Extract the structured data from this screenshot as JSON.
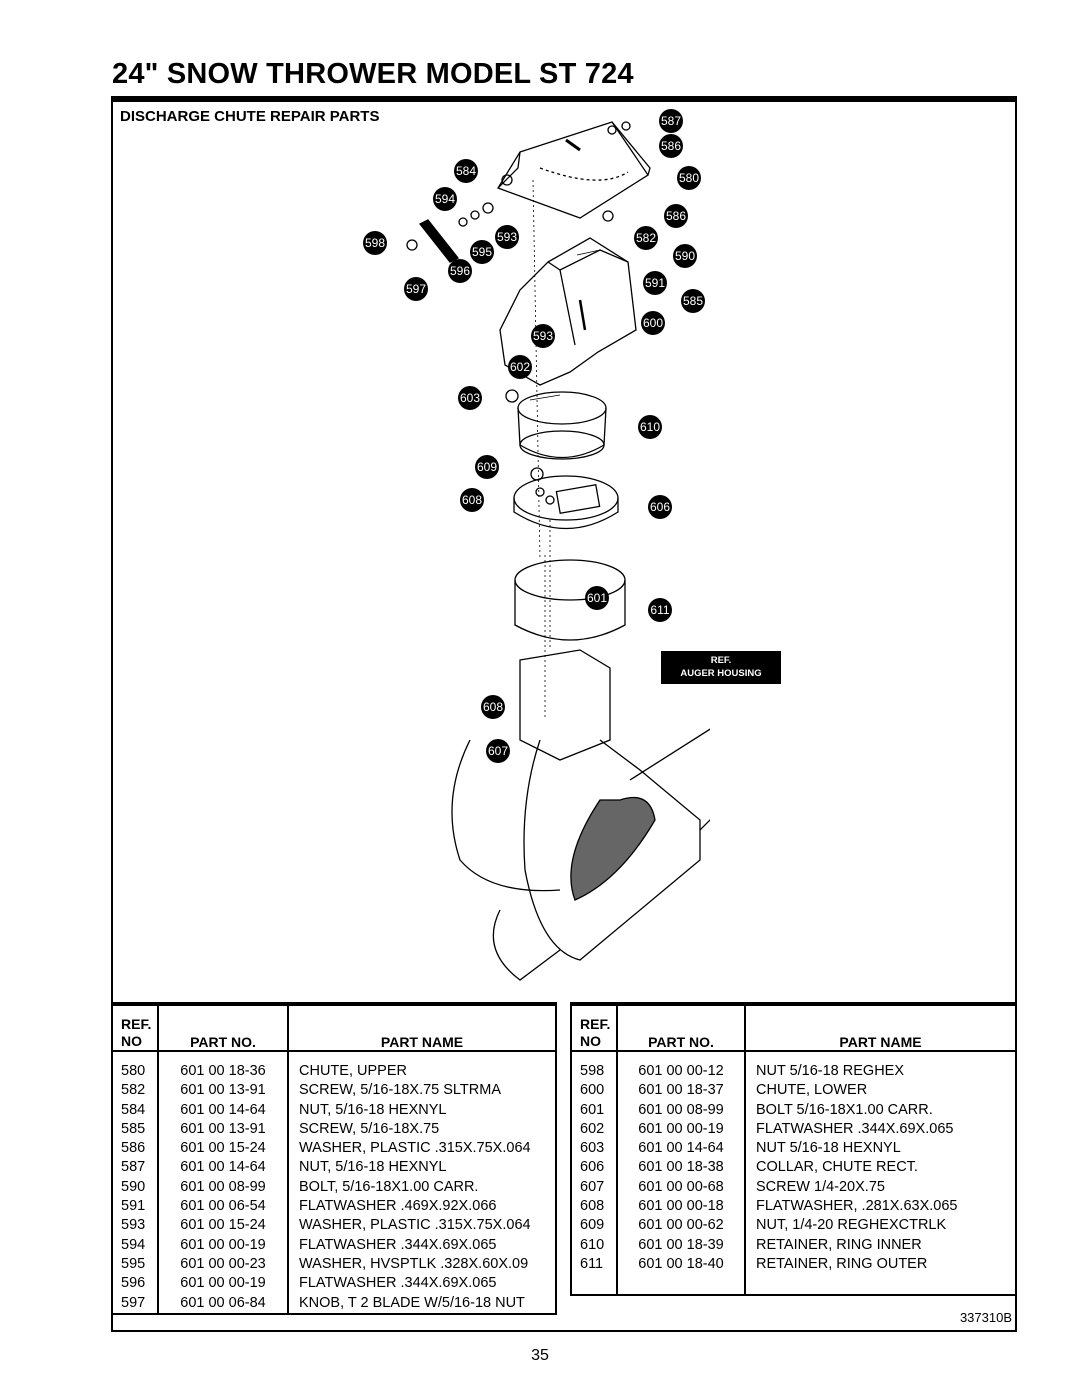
{
  "page": {
    "title": "24\" SNOW THROWER MODEL ST 724",
    "section_title": "DISCHARGE CHUTE  REPAIR PARTS",
    "drawing_number": "337310B",
    "page_number": "35"
  },
  "diagram": {
    "reference_label_line1": "REF.",
    "reference_label_line2": "AUGER HOUSING",
    "callouts": [
      "587",
      "586",
      "584",
      "580",
      "594",
      "586",
      "582",
      "598",
      "593",
      "595",
      "590",
      "596",
      "591",
      "597",
      "585",
      "600",
      "593",
      "602",
      "603",
      "610",
      "609",
      "608",
      "606",
      "601",
      "611",
      "608",
      "607"
    ]
  },
  "table_headers": {
    "ref_line1": "REF.",
    "ref_line2": "NO",
    "part_no": "PART NO.",
    "part_name": "PART NAME"
  },
  "parts_left": [
    {
      "ref": "580",
      "part_no": "601 00 18-36",
      "name": "CHUTE, UPPER"
    },
    {
      "ref": "582",
      "part_no": "601 00 13-91",
      "name": "SCREW, 5/16-18X.75 SLTRMA"
    },
    {
      "ref": "584",
      "part_no": "601 00 14-64",
      "name": "NUT, 5/16-18 HEXNYL"
    },
    {
      "ref": "585",
      "part_no": "601 00 13-91",
      "name": "SCREW, 5/16-18X.75"
    },
    {
      "ref": "586",
      "part_no": "601 00 15-24",
      "name": "WASHER, PLASTIC .315X.75X.064"
    },
    {
      "ref": "587",
      "part_no": "601 00 14-64",
      "name": "NUT, 5/16-18 HEXNYL"
    },
    {
      "ref": "590",
      "part_no": "601 00 08-99",
      "name": "BOLT, 5/16-18X1.00 CARR."
    },
    {
      "ref": "591",
      "part_no": "601 00 06-54",
      "name": "FLATWASHER .469X.92X.066"
    },
    {
      "ref": "593",
      "part_no": "601 00 15-24",
      "name": "WASHER, PLASTIC .315X.75X.064"
    },
    {
      "ref": "594",
      "part_no": "601 00 00-19",
      "name": "FLATWASHER .344X.69X.065"
    },
    {
      "ref": "595",
      "part_no": "601 00 00-23",
      "name": "WASHER, HVSPTLK .328X.60X.09"
    },
    {
      "ref": "596",
      "part_no": "601 00 00-19",
      "name": "FLATWASHER .344X.69X.065"
    },
    {
      "ref": "597",
      "part_no": "601 00 06-84",
      "name": "KNOB, T 2 BLADE W/5/16-18 NUT"
    }
  ],
  "parts_right": [
    {
      "ref": "598",
      "part_no": "601 00 00-12",
      "name": "NUT 5/16-18 REGHEX"
    },
    {
      "ref": "600",
      "part_no": "601 00 18-37",
      "name": "CHUTE, LOWER"
    },
    {
      "ref": "601",
      "part_no": "601 00 08-99",
      "name": "BOLT 5/16-18X1.00 CARR."
    },
    {
      "ref": "602",
      "part_no": "601 00 00-19",
      "name": "FLATWASHER .344X.69X.065"
    },
    {
      "ref": "603",
      "part_no": "601 00 14-64",
      "name": "NUT 5/16-18 HEXNYL"
    },
    {
      "ref": "606",
      "part_no": "601 00 18-38",
      "name": "COLLAR, CHUTE RECT."
    },
    {
      "ref": "607",
      "part_no": "601 00 00-68",
      "name": "SCREW 1/4-20X.75"
    },
    {
      "ref": "608",
      "part_no": "601 00 00-18",
      "name": "FLATWASHER, .281X.63X.065"
    },
    {
      "ref": "609",
      "part_no": "601 00 00-62",
      "name": "NUT, 1/4-20 REGHEXCTRLK"
    },
    {
      "ref": "610",
      "part_no": "601 00 18-39",
      "name": "RETAINER, RING INNER"
    },
    {
      "ref": "611",
      "part_no": "601 00 18-40",
      "name": "RETAINER, RING OUTER"
    }
  ]
}
